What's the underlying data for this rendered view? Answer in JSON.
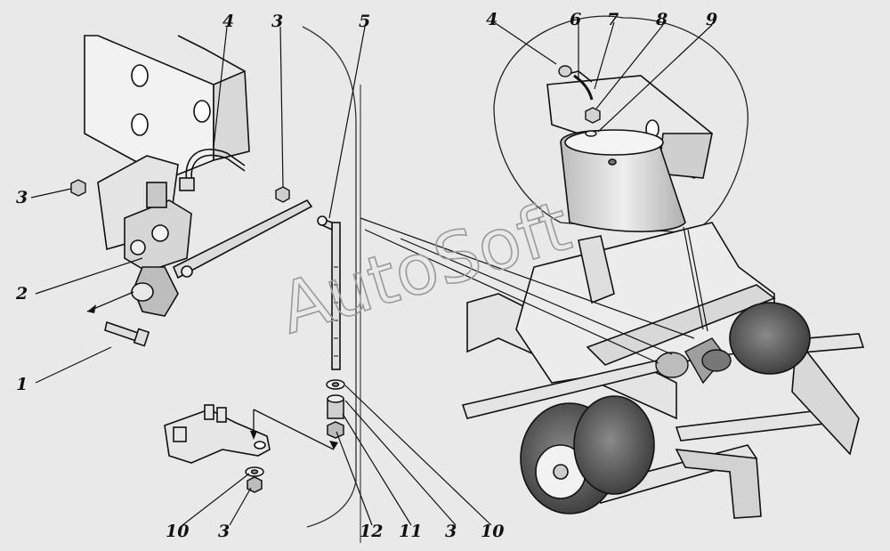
{
  "watermark": "AutoSoft",
  "callouts": {
    "c1": "1",
    "c2": "2",
    "c3a": "3",
    "c3b": "3",
    "c3c": "3",
    "c3d": "3",
    "c4a": "4",
    "c4b": "4",
    "c5": "5",
    "c6": "6",
    "c7": "7",
    "c8": "8",
    "c9": "9",
    "c10a": "10",
    "c10b": "10",
    "c11": "11",
    "c12": "12"
  },
  "colors": {
    "background": "#e9e9e9",
    "ink": "#111111",
    "watermark": "#9a9a9a"
  },
  "parts": [
    "frame-bracket",
    "height-valve",
    "valve-lever",
    "valve-bolt",
    "hose",
    "adjusting-rod",
    "washer",
    "bushing",
    "nut",
    "lower-bracket",
    "air-spring",
    "chassis-frame",
    "rear-wheels",
    "detail-view-circle"
  ]
}
